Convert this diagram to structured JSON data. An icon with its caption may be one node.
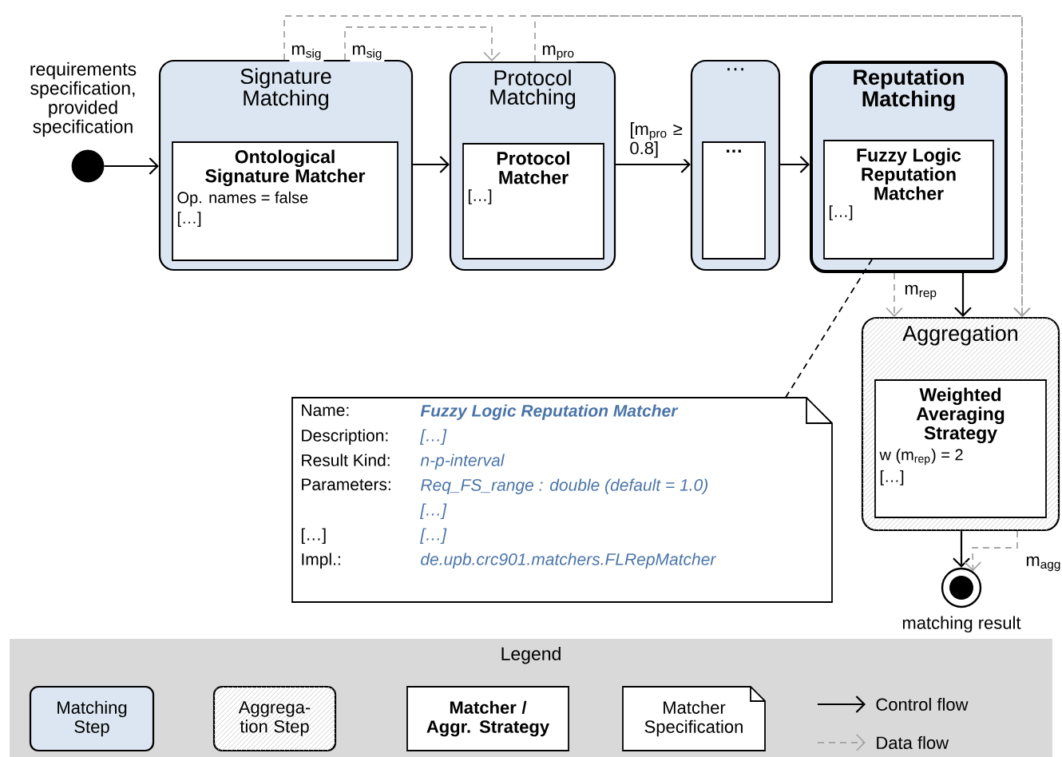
{
  "diagram": {
    "nodes": [
      {
        "text": [],
        "shape": "circle",
        "beside": [
          "requirements specification, provided specification"
        ]
      },
      {
        "text": [
          "Signature Matching"
        ]
      },
      {
        "text": [
          "Ontological Signature Matcher",
          "Op. names = false",
          "[…]"
        ],
        "in": 1
      },
      {
        "text": [
          "Protocol Matching"
        ]
      },
      {
        "text": [
          "Protocol Matcher",
          "[…]"
        ],
        "in": 3
      },
      {
        "text": [
          "…"
        ]
      },
      {
        "text": [
          "…"
        ],
        "in": 5
      },
      {
        "text": [
          "Reputation Matching"
        ]
      },
      {
        "text": [
          "Fuzzy Logic Reputation Matcher",
          "[…]"
        ],
        "in": 7
      },
      {
        "text": [
          "Aggregation"
        ]
      },
      {
        "text": [
          "Weighted Averaging Strategy",
          "w (m$_{rep}$) = 2",
          "[…]"
        ],
        "in": 9
      },
      {
        "text": [],
        "shape": "circle",
        "beside": [
          "matching result"
        ]
      },
      {
        "text": [
          "Name:",
          "Fuzzy Logic Reputation Matcher",
          "Description:",
          "[…]",
          "Result Kind:",
          "n-p-interval",
          "Parameters:",
          "Req_FS_range : double (default = 1.0)",
          "[…]",
          "[…]",
          "[…]",
          "Impl.:",
          "de.upb.crc901.matchers.FLRepMatcher"
        ]
      },
      {
        "text": [
          "Legend"
        ]
      },
      {
        "text": [
          "Matching Step"
        ],
        "in": 13
      },
      {
        "text": [
          "Aggrega- tion Step"
        ],
        "in": 13
      },
      {
        "text": [
          "Matcher / Aggr. Strategy"
        ],
        "in": 13
      },
      {
        "text": [
          "Matcher Specification"
        ],
        "in": 13
      }
    ],
    "edges": [
      {
        "from": 0,
        "to": 1,
        "arrow": "to"
      },
      {
        "from": 1,
        "to": 3,
        "arrow": "to"
      },
      {
        "from": 3,
        "to": 5,
        "arrow": "to",
        "label": "[m$_{pro}$ ≥ 0.8]"
      },
      {
        "from": 5,
        "to": 7,
        "arrow": "to"
      },
      {
        "from": 7,
        "to": 9,
        "arrow": "to"
      },
      {
        "from": 9,
        "to": 11,
        "arrow": "to"
      },
      {
        "from": 1,
        "to": 9,
        "arrow": "to",
        "label": "m$_{sig}$",
        "style": "dashed",
        "color": "#a6a6a6"
      },
      {
        "from": 1,
        "to": 3,
        "arrow": "to",
        "label": "m$_{sig}$",
        "style": "dashed",
        "color": "#a6a6a6"
      },
      {
        "from": 3,
        "to": 9,
        "arrow": "to",
        "label": "m$_{pro}$",
        "style": "dashed",
        "color": "#a6a6a6"
      },
      {
        "from": 7,
        "to": 9,
        "arrow": "to",
        "label": "m$_{rep}$",
        "style": "dashed",
        "color": "#a6a6a6"
      },
      {
        "from": 9,
        "to": 11,
        "arrow": "to",
        "label": "m$_{agg}$",
        "style": "dashed",
        "color": "#a6a6a6"
      },
      {
        "from": 12,
        "to": 8,
        "arrow": "none",
        "style": "dashed"
      }
    ],
    "legend": [
      {
        "text": "Control flow"
      },
      {
        "text": "Data flow"
      }
    ]
  }
}
